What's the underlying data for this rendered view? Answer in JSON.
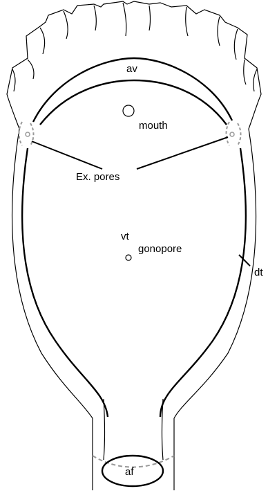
{
  "labels": {
    "av": "av",
    "mouth": "mouth",
    "ex_pores": "Ex. pores",
    "vt": "vt",
    "dt": "dt",
    "gonopore": "gonopore",
    "af": "af"
  },
  "colors": {
    "line": "#000000",
    "dashed": "#9a9a9a",
    "background": "#ffffff"
  }
}
